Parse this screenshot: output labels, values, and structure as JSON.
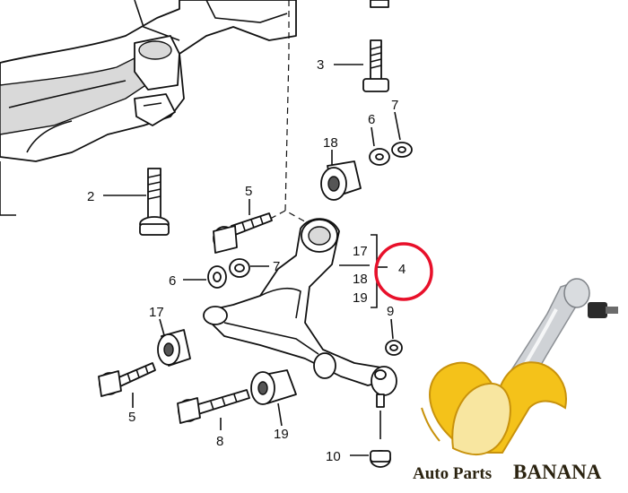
{
  "callouts": {
    "c2": "2",
    "c3": "3",
    "c4": "4",
    "c5_top": "5",
    "c5_bottom": "5",
    "c6_top": "6",
    "c6_left": "6",
    "c7_top": "7",
    "c7_mid": "7",
    "c8": "8",
    "c9": "9",
    "c10": "10",
    "c17_bracket": "17",
    "c17_left": "17",
    "c18_top": "18",
    "c18_bracket": "18",
    "c19_bracket": "19",
    "c19_bottom": "19"
  },
  "watermark": {
    "prefix": "Auto Parts ",
    "brand": "BANANA"
  },
  "colors": {
    "highlight_circle": "#e8102a",
    "banana_yellow": "#f4c21a",
    "banana_shadow": "#c8920c"
  }
}
